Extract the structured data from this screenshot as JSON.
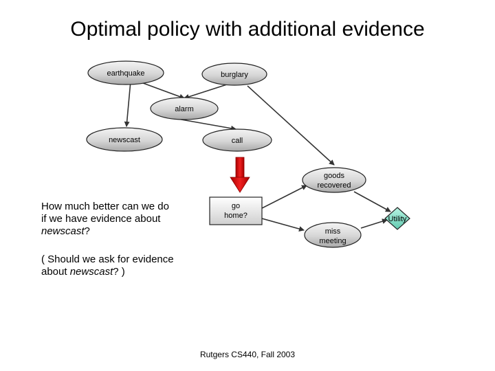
{
  "title": "Optimal policy with additional evidence",
  "nodes": {
    "earthquake": "earthquake",
    "burglary": "burglary",
    "alarm": "alarm",
    "newscast": "newscast",
    "call": "call",
    "goods_recovered_1": "goods",
    "goods_recovered_2": "recovered",
    "go_home_1": "go",
    "go_home_2": "home?",
    "miss_meeting_1": "miss",
    "miss_meeting_2": "meeting",
    "utility": "Utility"
  },
  "colors": {
    "chance_node": "#c8c8c8",
    "decision_node": "#e8e8e8",
    "utility_node": "#7ee0c8",
    "info_arrow": "#dd1111"
  },
  "question": {
    "line1": "How much better can we do",
    "line2": "if we have evidence about",
    "line3_italic": "newscast",
    "line3_end": "?"
  },
  "aside": {
    "line1": "( Should we ask for evidence",
    "line2_start": "about ",
    "line2_italic": "newscast",
    "line2_end": "? )"
  },
  "footer": "Rutgers CS440, Fall 2003"
}
